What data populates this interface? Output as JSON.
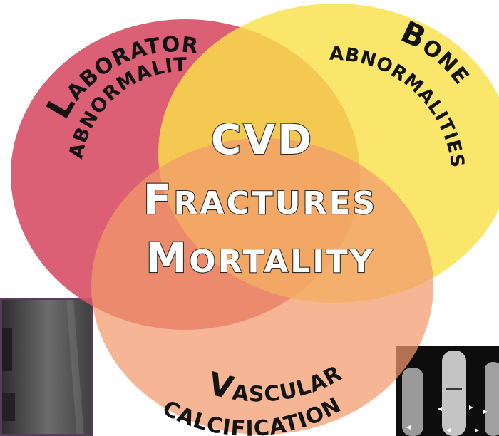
{
  "venn": {
    "circles": [
      {
        "key": "laboratory",
        "color": "#d9546b"
      },
      {
        "key": "bone",
        "color": "#f9e04b"
      },
      {
        "key": "vascular",
        "color": "#f5a57f"
      }
    ],
    "labels": {
      "laboratory": {
        "cap": "L",
        "line1_rest": "ABORATORY",
        "line2": "ABNORMALITIES"
      },
      "bone": {
        "cap": "B",
        "line1_rest": "ONE",
        "line2": "ABNORMALITIES"
      },
      "vascular": {
        "cap": "V",
        "line1_rest": "ASCULAR",
        "line2": "CALCIFICATION"
      }
    },
    "center": {
      "line1": "CVD",
      "line2_cap": "F",
      "line2_rest": "RACTURES",
      "line3_cap": "M",
      "line3_rest": "ORTALITY"
    }
  }
}
